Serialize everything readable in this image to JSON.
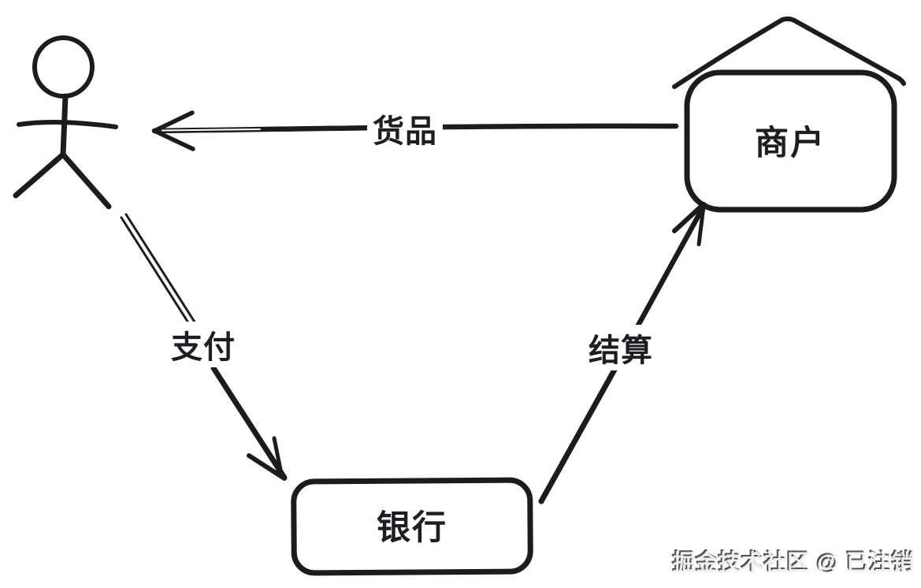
{
  "diagram": {
    "nodes": {
      "customer": {
        "shape": "stick-figure",
        "label": ""
      },
      "merchant": {
        "shape": "house",
        "label": "商户"
      },
      "bank": {
        "shape": "rounded-rect",
        "label": "银行"
      }
    },
    "edges": [
      {
        "id": "goods",
        "from": "merchant",
        "to": "customer",
        "label": "货品"
      },
      {
        "id": "payment",
        "from": "customer",
        "to": "bank",
        "label": "支付"
      },
      {
        "id": "settlement",
        "from": "bank",
        "to": "merchant",
        "label": "结算"
      }
    ]
  },
  "watermark": {
    "text": "掘金技术社区 @ 已注销"
  },
  "colors": {
    "ink": "#1c1c1e",
    "background": "#ffffff"
  }
}
